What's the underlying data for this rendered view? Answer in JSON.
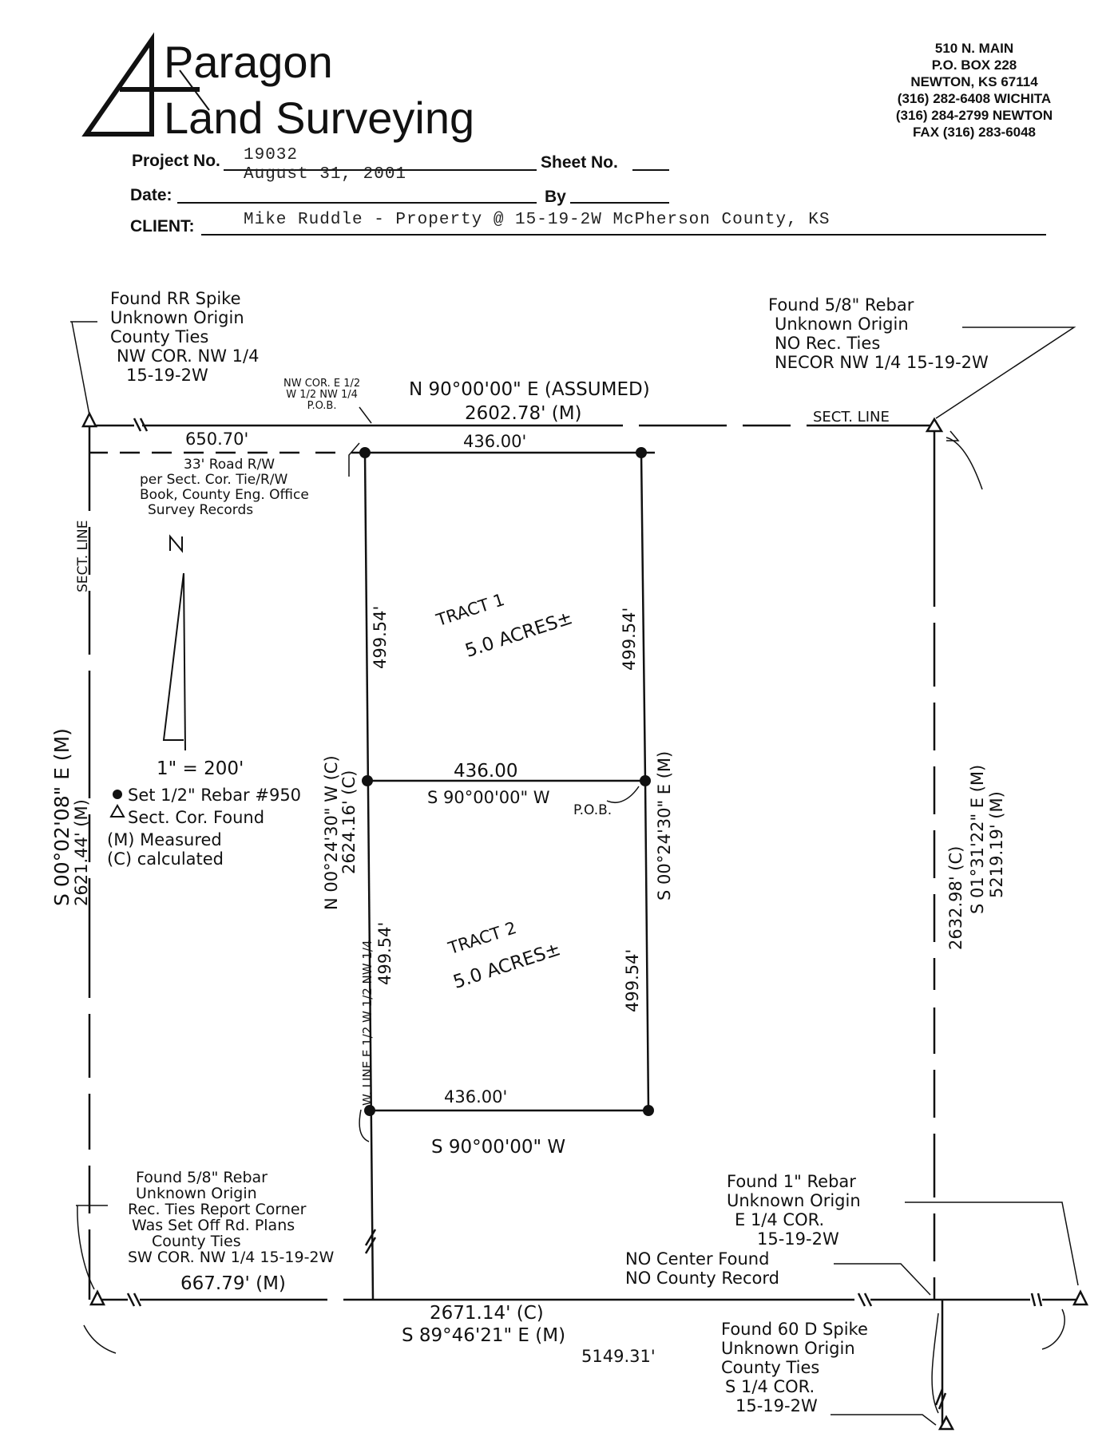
{
  "company": {
    "name_line1": "Paragon",
    "name_line2": "Land Surveying",
    "address_lines": [
      "510 N. MAIN",
      "P.O. BOX 228",
      "NEWTON, KS 67114",
      "(316) 282-6408 WICHITA",
      "(316) 284-2799 NEWTON",
      "FAX (316) 283-6048"
    ]
  },
  "form": {
    "project_label": "Project No.",
    "project_value": "19032",
    "sheet_label": "Sheet No.",
    "sheet_value": "",
    "date_label": "Date:",
    "date_value": "August 31, 2001",
    "by_label": "By",
    "by_value": "",
    "client_label": "CLIENT:",
    "client_value": "Mike Ruddle - Property @ 15-19-2W  McPherson County, KS"
  },
  "notes": {
    "nw_corner": [
      "Found RR Spike",
      "Unknown Origin",
      "County Ties",
      "NW COR. NW 1/4",
      "15-19-2W"
    ],
    "ne_corner": [
      "Found 5/8\" Rebar",
      "Unknown Origin",
      "NO Rec. Ties",
      "NECOR NW 1/4 15-19-2W"
    ],
    "pob_top": [
      "NW COR. E 1/2",
      "W 1/2 NW 1/4",
      "P.O.B."
    ],
    "road_rw": [
      "33' Road R/W",
      "per Sect. Cor. Tie/R/W",
      "Book, County Eng. Office",
      "Survey Records"
    ],
    "sw_corner": [
      "Found 5/8\" Rebar",
      "Unknown Origin",
      "Rec. Ties Report Corner",
      "Was Set Off Rd. Plans",
      "County Ties",
      "SW COR. NW 1/4 15-19-2W"
    ],
    "e_quarter": [
      "Found 1\" Rebar",
      "Unknown Origin",
      "E 1/4 COR.",
      "15-19-2W"
    ],
    "center": [
      "NO Center Found",
      "NO County Record"
    ],
    "s_quarter": [
      "Found 60 D Spike",
      "Unknown Origin",
      "County Ties",
      "S 1/4 COR.",
      "15-19-2W"
    ],
    "pob_mid": "P.O.B.",
    "west_line": "W. LINE E 1/2 W 1/2 NW 1/4"
  },
  "legend": {
    "scale": "1\" = 200'",
    "north": "N",
    "items": [
      "Set 1/2\" Rebar #950",
      "Sect. Cor. Found",
      "(M) Measured",
      "(C) calculated"
    ]
  },
  "dimensions": {
    "north_bearing": "N 90°00'00\" E (ASSUMED)",
    "north_dist": "2602.78' (M)",
    "nw_offset": "650.70'",
    "tract1_north": "436.00'",
    "sect_line_top": "SECT. LINE",
    "sect_line_left": "SECT. LINE",
    "tract1_left": "499.54'",
    "tract1_right": "499.54'",
    "tract1_label": "TRACT 1",
    "tract1_area": "5.0 ACRES±",
    "mid_dist": "436.00",
    "mid_bearing": "S 90°00'00\" W",
    "tract2_label": "TRACT 2",
    "tract2_area": "5.0 ACRES±",
    "tract2_left": "499.54'",
    "tract2_right": "499.54'",
    "bottom_tract": "436.00'",
    "bottom_bearing": "S 90°00'00\" W",
    "west_bearing": "S 00°02'08\" E (M)",
    "west_dist": "2621.44' (M)",
    "inner_bearing": "N 00°24'30\" W (C)",
    "inner_dist": "2624.16' (C)",
    "right_tract_bearing": "S 00°24'30\" E (M)",
    "east_dist": "2632.98' (C)",
    "east_bearing": "S 01°31'22\" E (M)",
    "east_total": "5219.19' (M)",
    "south_offset": "667.79' (M)",
    "south_dist": "2671.14' (C)",
    "south_bearing": "S 89°46'21\" E (M)",
    "south_total": "5149.31'"
  }
}
